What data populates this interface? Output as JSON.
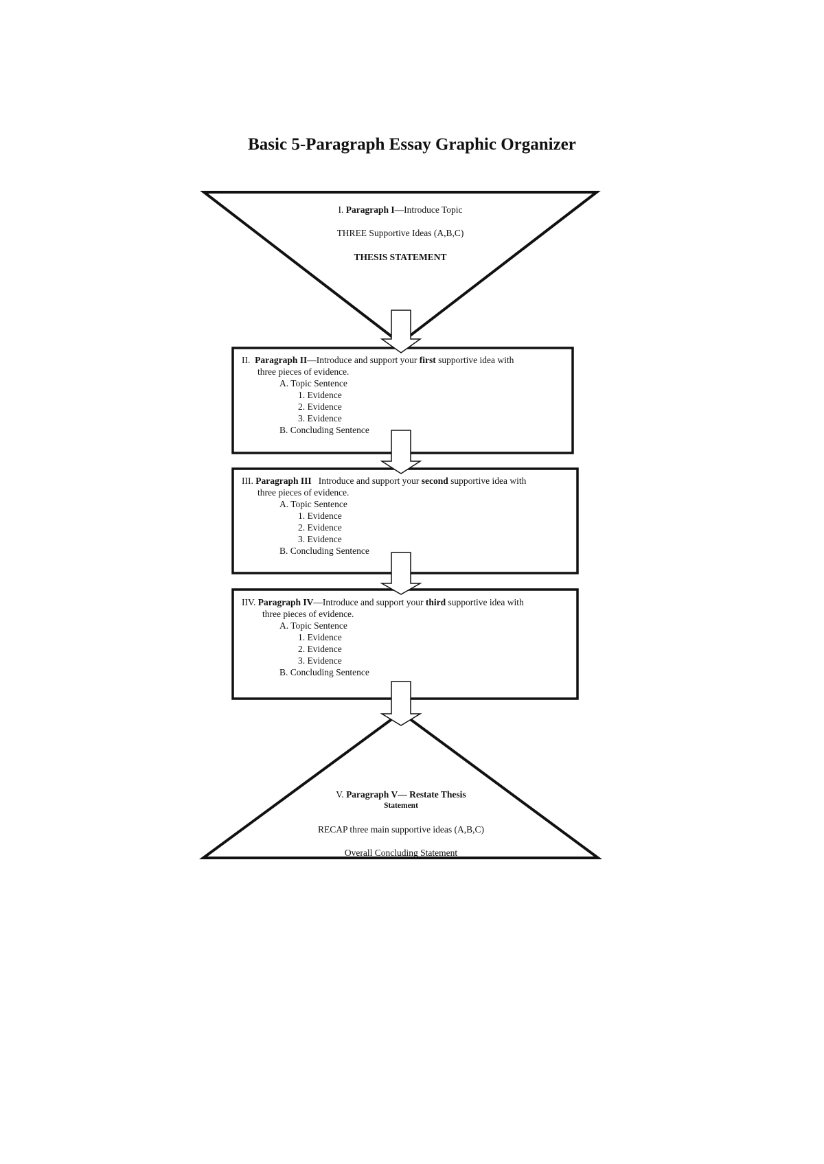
{
  "title": "Basic 5-Paragraph Essay Graphic Organizer",
  "intro": {
    "line1_prefix": "I. ",
    "line1_bold": "Paragraph I",
    "line1_rest": "—Introduce Topic",
    "line2": "THREE  Supportive Ideas (A,B,C)",
    "line3": "THESIS STATEMENT"
  },
  "body_paragraphs": [
    {
      "numeral": "II.",
      "label": "Paragraph II",
      "sep": "—",
      "text_before": "Introduce and support your ",
      "ordinal": "first",
      "text_after": " supportive idea with",
      "line2": "three pieces of evidence.",
      "topic": "A. Topic Sentence",
      "evidence": [
        "1. Evidence",
        "2. Evidence",
        "3. Evidence"
      ],
      "concluding": "B.  Concluding Sentence"
    },
    {
      "numeral": "III.",
      "label": "Paragraph III",
      "sep": " ",
      "text_before": "Introduce and support your ",
      "ordinal": "second",
      "text_after": " supportive idea with",
      "line2": "three pieces of evidence.",
      "topic": "A. Topic Sentence",
      "evidence": [
        "1. Evidence",
        "2. Evidence",
        "3. Evidence"
      ],
      "concluding": "B.  Concluding Sentence"
    },
    {
      "numeral": "IIV.",
      "label": "Paragraph IV",
      "sep": "—",
      "text_before": "Introduce and support your ",
      "ordinal": "third",
      "text_after": " supportive idea with",
      "line2": "three pieces of evidence.",
      "topic": "A. Topic Sentence",
      "evidence": [
        "1. Evidence",
        "2. Evidence",
        "3. Evidence"
      ],
      "concluding": "B.  Concluding Sentence"
    }
  ],
  "conclusion": {
    "line1_prefix": "V. ",
    "line1_bold": "Paragraph V— Restate Thesis",
    "line1b": "Statement",
    "line2": "RECAP three main supportive ideas (A,B,C)",
    "line3": "Overall Concluding Statement"
  }
}
